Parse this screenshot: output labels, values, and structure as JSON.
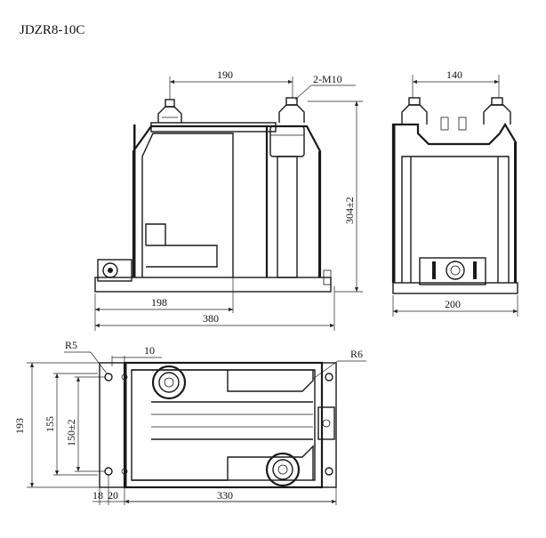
{
  "title": "JDZR8-10C",
  "front_view": {
    "dim_top": "190",
    "thread_label": "2-M10",
    "dim_height": "304±2",
    "dim_inner_width": "198",
    "dim_total_width": "380"
  },
  "side_view": {
    "dim_top": "140",
    "dim_width": "200"
  },
  "top_view": {
    "radius_left": "R5",
    "dim_slot": "10",
    "radius_right": "R6",
    "dim_outer_height": "193",
    "dim_mid_height": "155",
    "dim_hole_spacing": "150±2",
    "dim_offset_a": "18",
    "dim_offset_b": "20",
    "dim_length": "330"
  }
}
